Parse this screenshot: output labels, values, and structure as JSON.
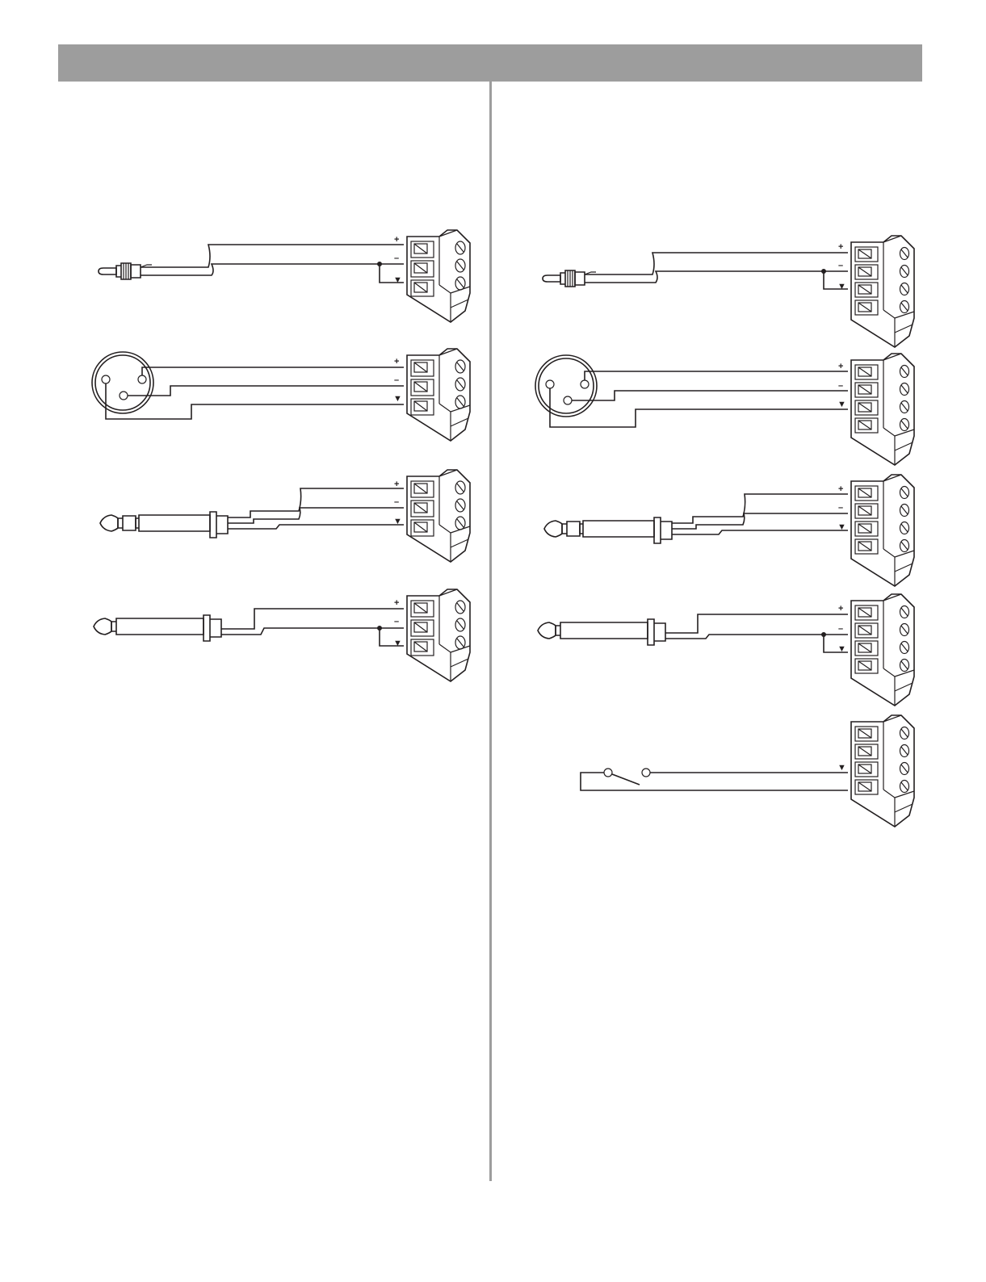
{
  "header": {
    "bar_color": "#9d9d9d"
  },
  "divider": {
    "color": "#9d9d9d"
  },
  "polarity": {
    "plus": "+",
    "minus": "–",
    "ground": "▼"
  },
  "colors": {
    "line": "#231f20",
    "background": "#ffffff"
  },
  "left_column": {
    "diagrams": [
      {
        "connector": "RCA plug",
        "icon": "rca-plug-icon",
        "terminal": "3-pin terminal block",
        "pins": [
          "+",
          "–",
          "▼"
        ]
      },
      {
        "connector": "XLR",
        "icon": "xlr-connector-icon",
        "terminal": "3-pin terminal block",
        "pins": [
          "+",
          "–",
          "▼"
        ]
      },
      {
        "connector": "TRS 1/4 in. plug",
        "icon": "trs-plug-icon",
        "terminal": "3-pin terminal block",
        "pins": [
          "+",
          "–",
          "▼"
        ]
      },
      {
        "connector": "TS 1/4 in. plug",
        "icon": "ts-plug-icon",
        "terminal": "3-pin terminal block",
        "pins": [
          "+",
          "–",
          "▼"
        ]
      }
    ]
  },
  "right_column": {
    "diagrams": [
      {
        "connector": "RCA plug",
        "icon": "rca-plug-icon",
        "terminal": "4-pin terminal block",
        "pins": [
          "+",
          "–",
          "▼"
        ]
      },
      {
        "connector": "XLR",
        "icon": "xlr-connector-icon",
        "terminal": "4-pin terminal block",
        "pins": [
          "+",
          "–",
          "▼"
        ]
      },
      {
        "connector": "TRS 1/4 in. plug",
        "icon": "trs-plug-icon",
        "terminal": "4-pin terminal block",
        "pins": [
          "+",
          "–",
          "▼"
        ]
      },
      {
        "connector": "TS 1/4 in. plug",
        "icon": "ts-plug-icon",
        "terminal": "4-pin terminal block",
        "pins": [
          "+",
          "–",
          "▼"
        ]
      },
      {
        "connector": "contact closure switch",
        "icon": "switch-icon",
        "terminal": "4-pin terminal block",
        "pins": [
          "▼"
        ]
      }
    ]
  }
}
